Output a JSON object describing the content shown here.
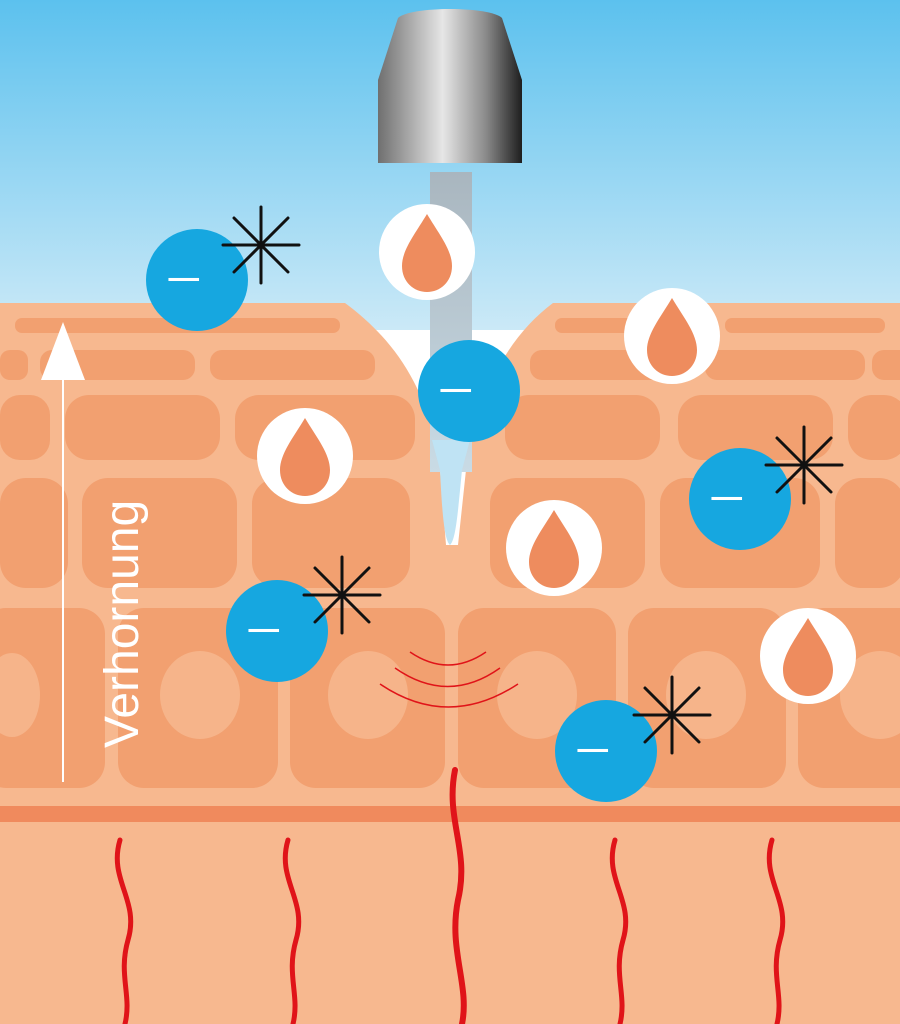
{
  "diagram": {
    "axis_label": "Verhornung",
    "ion_symbol": "—",
    "particle_types": {
      "negative_ion": "blue-circle-with-minus",
      "water_drop": "white-circle-with-orange-drop",
      "radical": "black-asterisk-star",
      "stimulus": "red-arc-waves"
    },
    "colors": {
      "sky_top": "#5cc1ee",
      "sky_bottom": "#c6e6f6",
      "skin_base": "#f7b88f",
      "skin_cell": "#f2a070",
      "skin_line": "#f08a5d",
      "ion_blue": "#16a7e0",
      "drop_orange": "#ee8c5e",
      "capillary_red": "#e01419",
      "spray_blue": "#bfe3f4"
    }
  }
}
